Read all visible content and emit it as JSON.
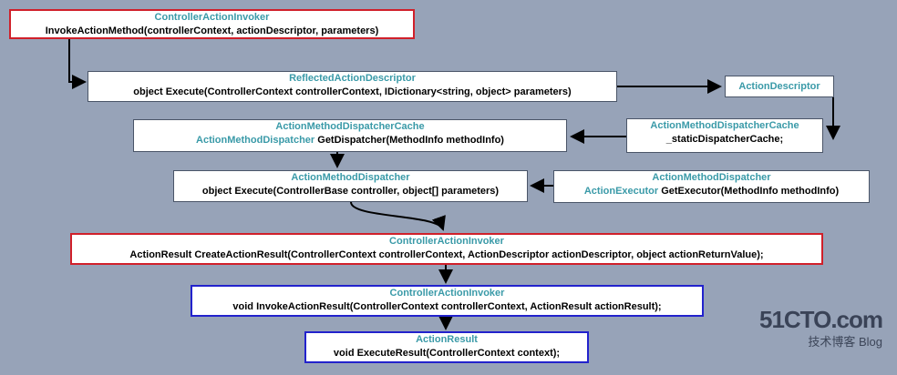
{
  "nodes": {
    "invoker1": {
      "type": "ControllerActionInvoker",
      "sig": "InvokeActionMethod(controllerContext, actionDescriptor, parameters)"
    },
    "reflected": {
      "type": "ReflectedActionDescriptor",
      "sig": "object Execute(ControllerContext controllerContext, IDictionary<string, object> parameters)"
    },
    "actionDescriptor": {
      "type": "ActionDescriptor"
    },
    "cacheStatic": {
      "type": "ActionMethodDispatcherCache",
      "sig": "_staticDispatcherCache;"
    },
    "cacheGet": {
      "type": "ActionMethodDispatcherCache",
      "sig_type": "ActionMethodDispatcher",
      "sig_rest": " GetDispatcher(MethodInfo methodInfo)"
    },
    "dispatcherExec": {
      "type": "ActionMethodDispatcher",
      "sig": "object Execute(ControllerBase controller, object[] parameters)"
    },
    "dispatcherGet": {
      "type": "ActionMethodDispatcher",
      "sig_type": "ActionExecutor",
      "sig_rest": " GetExecutor(MethodInfo methodInfo)"
    },
    "createResult": {
      "type": "ControllerActionInvoker",
      "sig": "ActionResult CreateActionResult(ControllerContext controllerContext, ActionDescriptor actionDescriptor, object actionReturnValue);"
    },
    "invokeResult": {
      "type": "ControllerActionInvoker",
      "sig": "void InvokeActionResult(ControllerContext controllerContext, ActionResult actionResult);"
    },
    "executeResult": {
      "type": "ActionResult",
      "sig": "void ExecuteResult(ControllerContext context);"
    }
  },
  "watermark": {
    "line1": "51CTO.com",
    "line2": "技术博客  Blog"
  },
  "colors": {
    "background": "#97a3b8",
    "type_text": "#3a9aa8",
    "red_border": "#d0202a",
    "blue_border": "#2222cc"
  }
}
